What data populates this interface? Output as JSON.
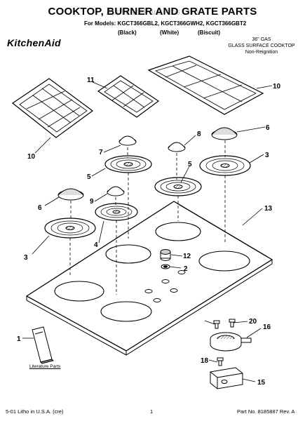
{
  "header": {
    "title": "COOKTOP, BURNER AND GRATE PARTS",
    "watermark": "AppliancePartsPros.com",
    "models_line": "For Models: KGCT366GBL2, KGCT366GWH2, KGCT366GBT2",
    "color_black": "(Black)",
    "color_white": "(White)",
    "color_biscuit": "(Biscuit)",
    "brand_logo": "KitchenAid",
    "desc_line1": "36\" GAS",
    "desc_line2": "GLASS SURFACE COOKTOP",
    "desc_line3": "Non-Reignition"
  },
  "callouts": {
    "c1": "1",
    "c2": "2",
    "c3a": "3",
    "c3b": "3",
    "c4": "4",
    "c5a": "5",
    "c5b": "5",
    "c6a": "6",
    "c6b": "6",
    "c7": "7",
    "c8": "8",
    "c9": "9",
    "c10a": "10",
    "c10b": "10",
    "c11": "11",
    "c12": "12",
    "c13": "13",
    "c15": "15",
    "c16": "16",
    "c18": "18",
    "c20": "20"
  },
  "literature_label": "Literature Parts",
  "footer": {
    "left": "5-01 Litho in U.S.A. (cre)",
    "center": "1",
    "right": "Part No. 8185887 Rev. A"
  }
}
